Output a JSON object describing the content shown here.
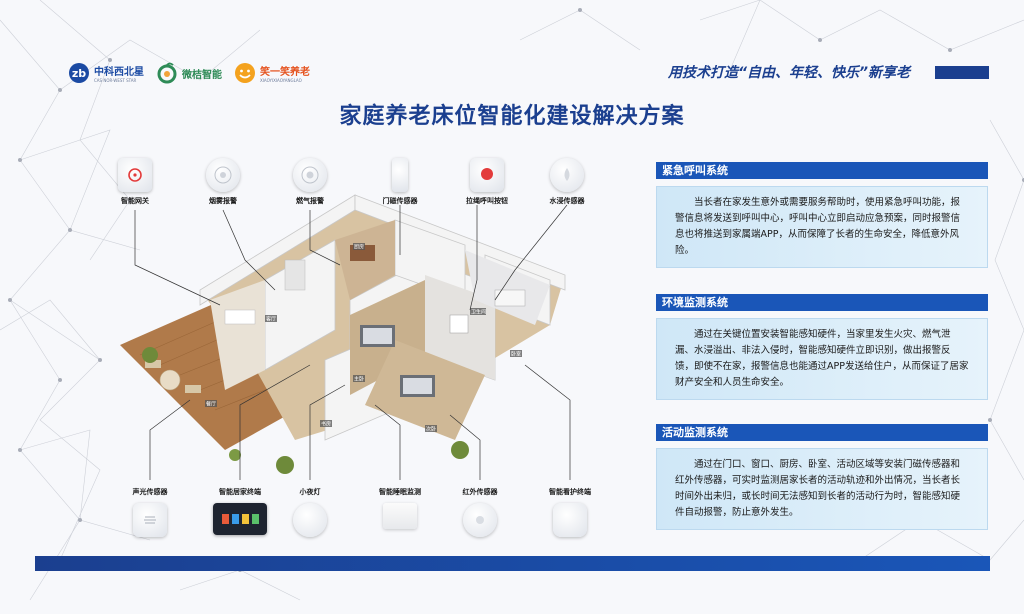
{
  "header": {
    "logos": [
      {
        "name": "中科西北星",
        "sub": "CAS NOR-WEST STAR",
        "color": "#1b4aa3",
        "icon": "star-logo-icon"
      },
      {
        "name": "微桔智能",
        "sub": "",
        "color": "#2e8b57",
        "icon": "orange-logo-icon"
      },
      {
        "name": "笑一笑养老",
        "sub": "XIAOYIXIAOYANGLAO",
        "color": "#e5531f",
        "icon": "smile-logo-icon"
      }
    ],
    "slogan": "用技术打造“自由、年轻、快乐”新享老"
  },
  "title": "家庭养老床位智能化建设解决方案",
  "devices": {
    "top": [
      {
        "label": "智能网关",
        "icon": "gateway-icon"
      },
      {
        "label": "烟雾报警",
        "icon": "smoke-alarm-icon"
      },
      {
        "label": "燃气报警",
        "icon": "gas-alarm-icon"
      },
      {
        "label": "门磁传感器",
        "icon": "door-sensor-icon"
      },
      {
        "label": "拉绳呼叫按钮",
        "icon": "pull-cord-button-icon"
      },
      {
        "label": "水浸传感器",
        "icon": "water-sensor-icon"
      }
    ],
    "bottom": [
      {
        "label": "声光传感器",
        "icon": "sound-light-sensor-icon"
      },
      {
        "label": "智能居家终端",
        "icon": "home-terminal-icon"
      },
      {
        "label": "小夜灯",
        "icon": "night-light-icon"
      },
      {
        "label": "智能睡眠监测",
        "icon": "sleep-monitor-icon"
      },
      {
        "label": "红外传感器",
        "icon": "infrared-sensor-icon"
      },
      {
        "label": "智能看护终端",
        "icon": "care-terminal-icon"
      }
    ]
  },
  "rooms": [
    "客厅",
    "厨房",
    "主卧",
    "次卧",
    "卫生间",
    "餐厅",
    "卧室",
    "书房"
  ],
  "panels": [
    {
      "title": "紧急呼叫系统",
      "body": "当长者在家发生意外或需要服务帮助时，使用紧急呼叫功能，报警信息将发送到呼叫中心，呼叫中心立即启动应急预案，同时报警信息也将推送到家属端APP，从而保障了长者的生命安全，降低意外风险。"
    },
    {
      "title": "环境监测系统",
      "body": "通过在关键位置安装智能感知硬件，当家里发生火灾、燃气泄漏、水浸溢出、非法入侵时，智能感知硬件立即识别，做出报警反馈，即使不在家，报警信息也能通过APP发送给住户，从而保证了居家财产安全和人员生命安全。"
    },
    {
      "title": "活动监测系统",
      "body": "通过在门口、窗口、厨房、卧室、活动区域等安装门磁传感器和红外传感器，可实时监测居家长者的活动轨迹和外出情况，当长者长时间外出未归，或长时间无法感知到长者的活动行为时，智能感知硬件自动报警，防止意外发生。"
    }
  ],
  "colors": {
    "primary": "#1b3f8f",
    "accent": "#1a56b8",
    "panel_bg": "#d9edf9",
    "alarm_red": "#e33b3b"
  }
}
